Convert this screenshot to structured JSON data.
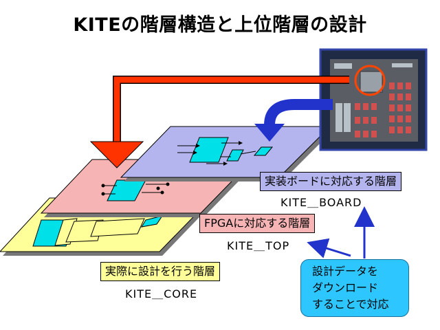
{
  "title": "KITEの階層構造と上位階層の設計",
  "layers": {
    "board": {
      "label": "実装ボードに対応する階層",
      "module": "KITE＿BOARD"
    },
    "fpga": {
      "label": "FPGAに対応する階層",
      "module": "KITE＿TOP"
    },
    "core": {
      "label": "実際に設計を行う階層",
      "module": "KITE＿CORE"
    }
  },
  "callout": {
    "lines": [
      "設計データを",
      "ダウンロード",
      "することで対応"
    ]
  },
  "colors": {
    "board_layer": "#b4b4ee",
    "fpga_layer": "#f6b4b4",
    "core_layer": "#ffff99",
    "block": "#00e0e8",
    "red_arrow": "#ff3300",
    "blue_arrow": "#2233cc",
    "callout": "#2ec6ff"
  }
}
